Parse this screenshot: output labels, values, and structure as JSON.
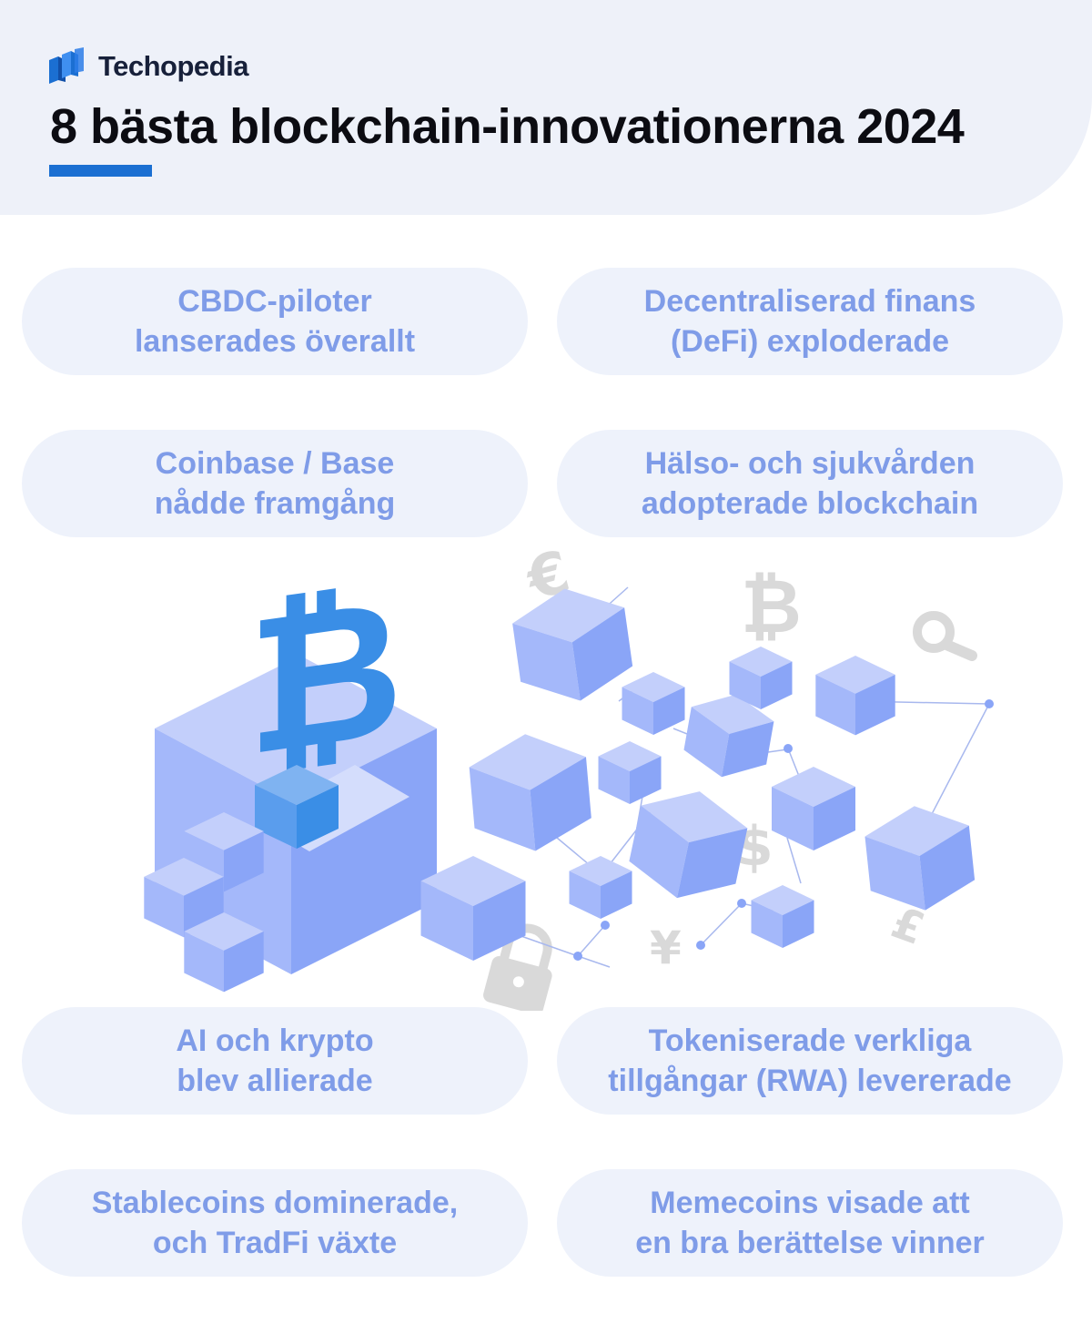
{
  "brand": {
    "name": "Techopedia",
    "color": "#1b6fd2"
  },
  "title": "8 bästa blockchain-innovationerna 2024",
  "cards": [
    {
      "text": "CBDC-piloter\nlanserades överallt"
    },
    {
      "text": "Decentraliserad finans\n(DeFi) exploderade"
    },
    {
      "text": "Coinbase / Base\nnådde framgång"
    },
    {
      "text": "Hälso- och sjukvården\nadopterade blockchain"
    },
    {
      "text": "AI och krypto\nblev allierade"
    },
    {
      "text": "Tokeniserade verkliga\ntillgångar (RWA) levererade"
    },
    {
      "text": "Stablecoins dominerade,\noch TradFi växte"
    },
    {
      "text": "Memecoins visade att\nen bra berättelse vinner"
    }
  ],
  "illustration": {
    "icons": [
      "bitcoin-icon",
      "euro-icon",
      "dollar-icon",
      "yen-icon",
      "pound-icon",
      "magnifier-icon",
      "padlock-icon",
      "cube-icon"
    ],
    "colors": {
      "cube_light": "#c3cffb",
      "cube_mid": "#a4b8fa",
      "cube_dark": "#8aa5f7",
      "bitcoin": "#3a8ee6",
      "symbol_gray": "#d9d9d9",
      "line": "#a8b8ee"
    }
  }
}
